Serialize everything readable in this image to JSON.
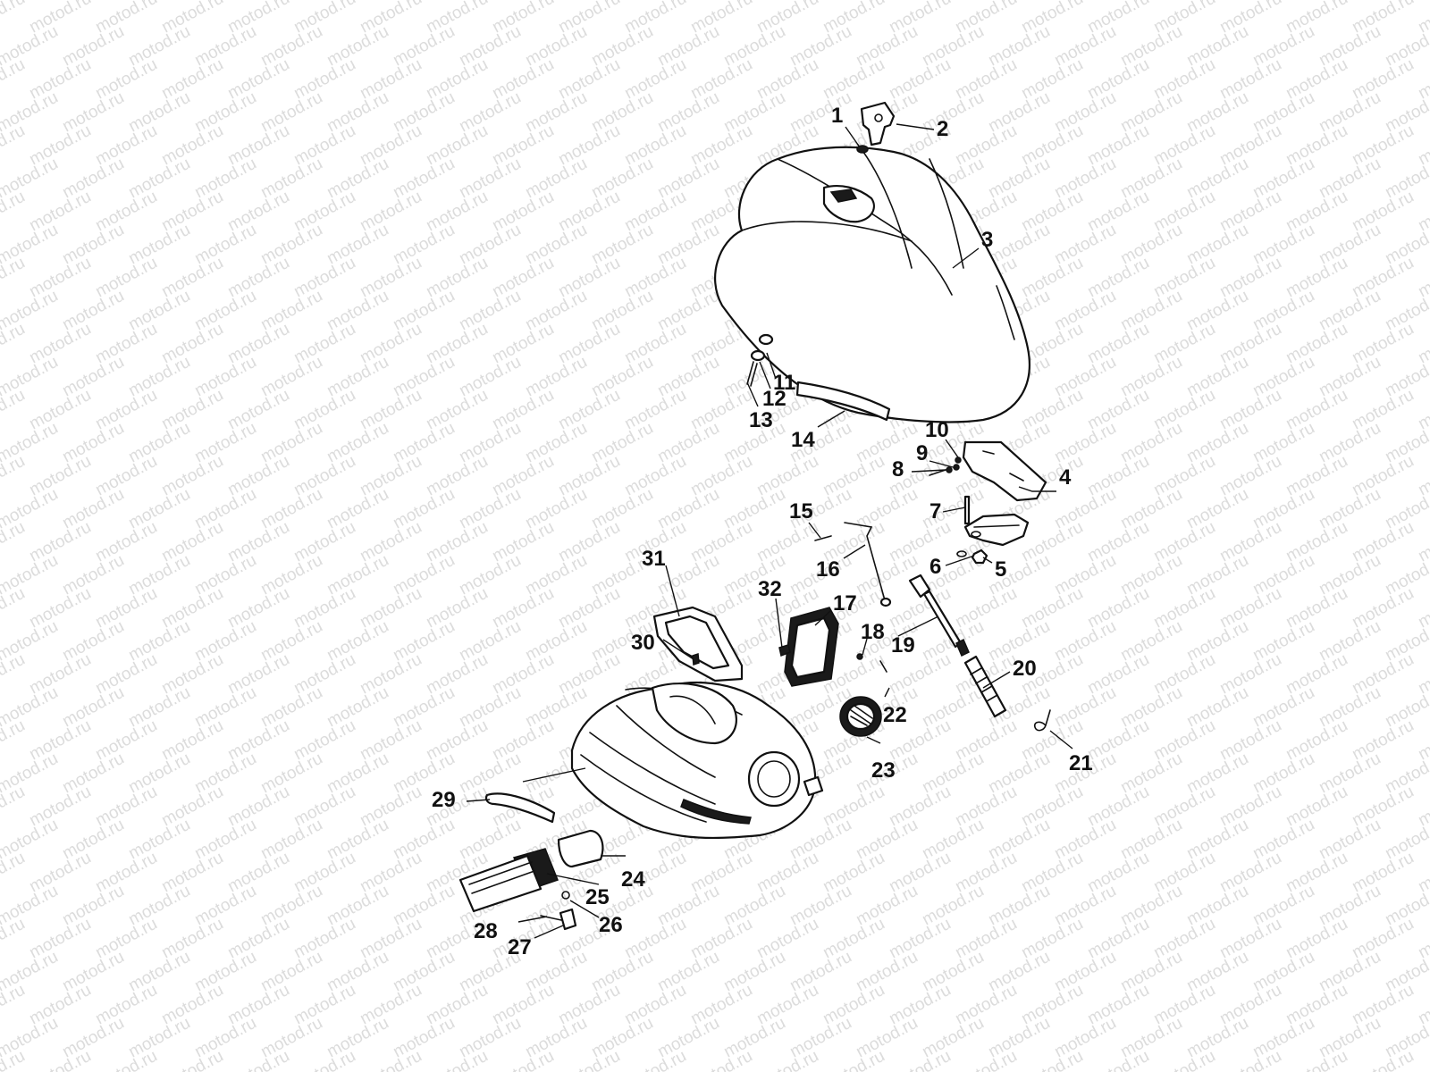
{
  "watermark": {
    "text": "motod.ru",
    "color": "#dcdcdc"
  },
  "labels": [
    {
      "id": "1",
      "text": "1"
    },
    {
      "id": "2",
      "text": "2"
    },
    {
      "id": "3",
      "text": "3"
    },
    {
      "id": "4",
      "text": "4"
    },
    {
      "id": "5",
      "text": "5"
    },
    {
      "id": "6",
      "text": "6"
    },
    {
      "id": "7",
      "text": "7"
    },
    {
      "id": "8",
      "text": "8"
    },
    {
      "id": "9",
      "text": "9"
    },
    {
      "id": "10",
      "text": "10"
    },
    {
      "id": "11",
      "text": "11"
    },
    {
      "id": "12",
      "text": "12"
    },
    {
      "id": "13",
      "text": "13"
    },
    {
      "id": "14",
      "text": "14"
    },
    {
      "id": "15",
      "text": "15"
    },
    {
      "id": "16",
      "text": "16"
    },
    {
      "id": "17",
      "text": "17"
    },
    {
      "id": "18",
      "text": "18"
    },
    {
      "id": "19",
      "text": "19"
    },
    {
      "id": "20",
      "text": "20"
    },
    {
      "id": "21",
      "text": "21"
    },
    {
      "id": "22",
      "text": "22"
    },
    {
      "id": "23",
      "text": "23"
    },
    {
      "id": "24",
      "text": "24"
    },
    {
      "id": "25",
      "text": "25"
    },
    {
      "id": "26",
      "text": "26"
    },
    {
      "id": "27",
      "text": "27"
    },
    {
      "id": "28",
      "text": "28"
    },
    {
      "id": "29",
      "text": "29"
    },
    {
      "id": "30",
      "text": "30"
    },
    {
      "id": "31",
      "text": "31"
    },
    {
      "id": "32",
      "text": "32"
    }
  ]
}
